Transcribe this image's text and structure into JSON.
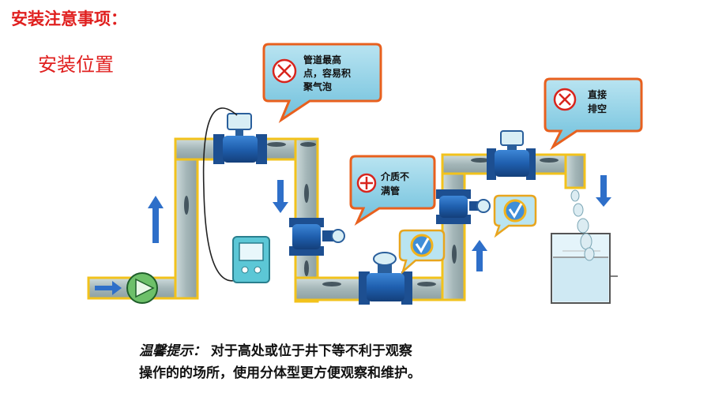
{
  "heading": "安装注意事项：",
  "subheading": "安装位置",
  "callouts": [
    {
      "lines": [
        "管道最高",
        "点，容易积",
        "聚气泡"
      ],
      "icon": "cross-circle-icon"
    },
    {
      "lines": [
        "直接",
        "排空"
      ],
      "icon": "cross-circle-icon"
    },
    {
      "lines": [
        "介质不",
        "满管"
      ],
      "icon": "minus-circle-icon"
    }
  ],
  "checks": [
    "check-circle-icon",
    "check-circle-icon"
  ],
  "tip": {
    "label": "温馨提示：",
    "line1": "对于高处或位于井下等不利于观察",
    "line2": "操作的的场所，使用分体型更方便观察和维护。"
  },
  "colors": {
    "title_red": "#e0201f",
    "pipe_fill": "#a9b9bb",
    "pipe_border": "#f2c21c",
    "meter_blue": "#1f66b8",
    "callout_fill": "#8fd0e6",
    "callout_border": "#e8601e",
    "cross_red": "#d8251d",
    "check_blue": "#3f8ed8",
    "check_ring": "#f2b31c",
    "arrow_blue": "#2e6fc9",
    "tank_water": "#d4eef8",
    "transmitter": "#5cc7d6"
  }
}
